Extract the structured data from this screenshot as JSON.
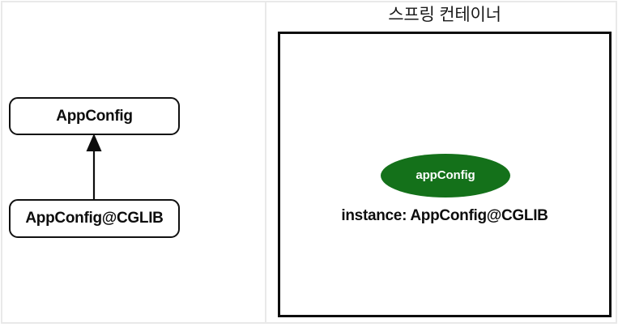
{
  "diagram": {
    "title": "스프링 컨테이너",
    "background_color": "#ffffff",
    "panel_border_color": "#e9e9e9",
    "stroke_color": "#0d0d0d"
  },
  "left_panel": {
    "name": "class-hierarchy",
    "boxes": [
      {
        "id": "appconfig",
        "label": "AppConfig"
      },
      {
        "id": "appconfig-cglib",
        "label": "AppConfig@CGLIB"
      }
    ],
    "relation": {
      "type": "inheritance",
      "arrow_head": "filled-triangle",
      "direction": "up",
      "from": "AppConfig@CGLIB",
      "to": "AppConfig"
    }
  },
  "right_panel": {
    "name": "spring-container",
    "title": "스프링 컨테이너",
    "bean": {
      "name": "appConfig",
      "shape": "ellipse",
      "fill_color": "#14711a",
      "text_color": "#ffffff"
    },
    "instance_caption": "instance: AppConfig@CGLIB"
  }
}
